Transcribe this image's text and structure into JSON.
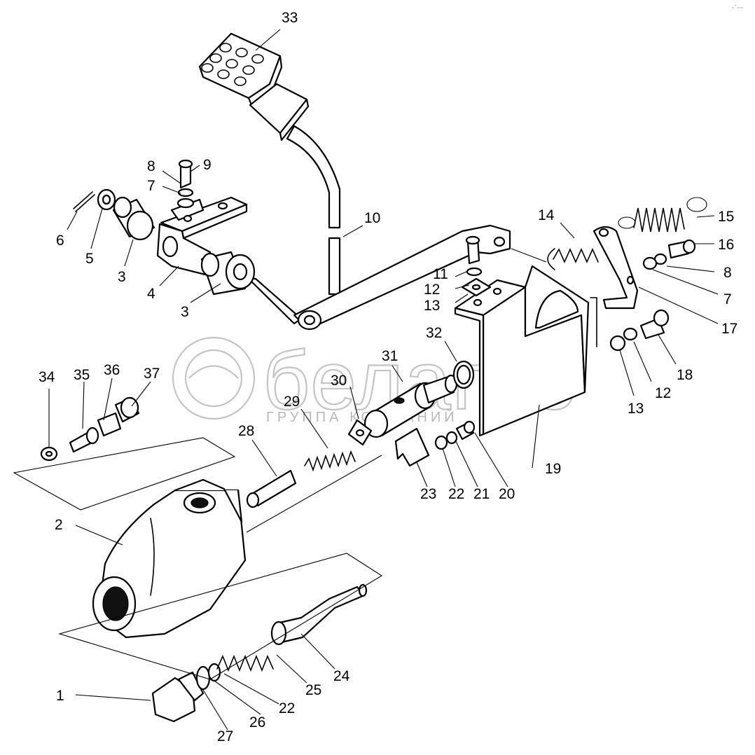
{
  "watermark": {
    "brand": "белагро",
    "subtitle": "ГРУППА КОМПАНИЙ",
    "logo": "ring-logo-icon"
  },
  "corner_mark": "·˙···",
  "callouts": [
    "1",
    "2",
    "3",
    "3",
    "4",
    "5",
    "6",
    "7",
    "7",
    "8",
    "8",
    "9",
    "10",
    "11",
    "12",
    "12",
    "13",
    "13",
    "14",
    "15",
    "16",
    "17",
    "18",
    "19",
    "20",
    "21",
    "22",
    "22",
    "23",
    "24",
    "25",
    "26",
    "27",
    "28",
    "29",
    "30",
    "31",
    "32",
    "33",
    "34",
    "35",
    "36",
    "37"
  ]
}
